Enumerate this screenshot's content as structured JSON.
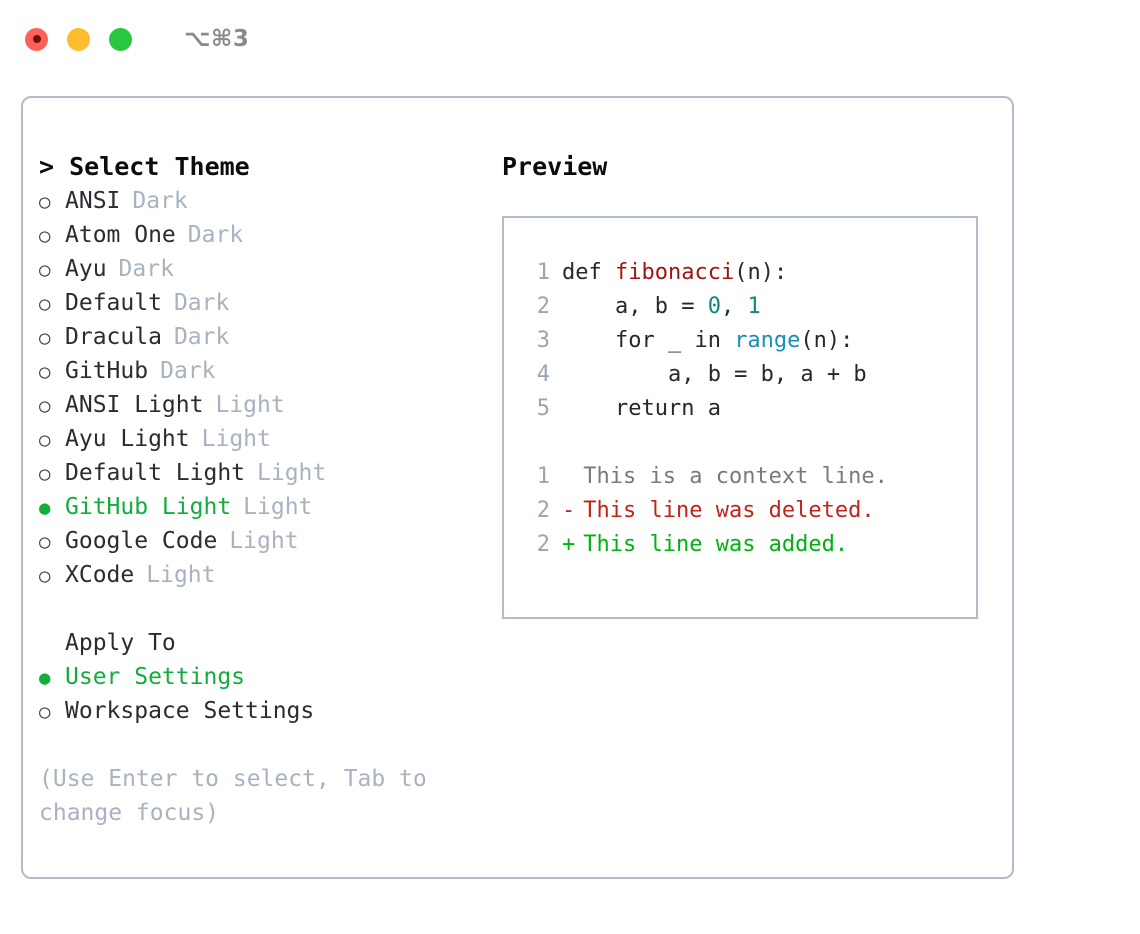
{
  "titlebar": {
    "shortcut": "⌥⌘3",
    "lights": [
      "close-red",
      "minimize-yellow",
      "zoom-green"
    ]
  },
  "theme_list": {
    "header": "> Select Theme",
    "items": [
      {
        "marker": "○",
        "name": "ANSI",
        "variant": "Dark",
        "selected": false
      },
      {
        "marker": "○",
        "name": "Atom One",
        "variant": "Dark",
        "selected": false
      },
      {
        "marker": "○",
        "name": "Ayu",
        "variant": "Dark",
        "selected": false
      },
      {
        "marker": "○",
        "name": "Default",
        "variant": "Dark",
        "selected": false
      },
      {
        "marker": "○",
        "name": "Dracula",
        "variant": "Dark",
        "selected": false
      },
      {
        "marker": "○",
        "name": "GitHub",
        "variant": "Dark",
        "selected": false
      },
      {
        "marker": "○",
        "name": "ANSI Light",
        "variant": "Light",
        "selected": false
      },
      {
        "marker": "○",
        "name": "Ayu Light",
        "variant": "Light",
        "selected": false
      },
      {
        "marker": "○",
        "name": "Default Light",
        "variant": "Light",
        "selected": false
      },
      {
        "marker": "●",
        "name": "GitHub Light",
        "variant": "Light",
        "selected": true
      },
      {
        "marker": "○",
        "name": "Google Code",
        "variant": "Light",
        "selected": false
      },
      {
        "marker": "○",
        "name": "XCode",
        "variant": "Light",
        "selected": false
      }
    ]
  },
  "apply_to": {
    "header": "Apply To",
    "items": [
      {
        "marker": "●",
        "label": "User Settings",
        "selected": true
      },
      {
        "marker": "○",
        "label": "Workspace Settings",
        "selected": false
      }
    ]
  },
  "hint": "(Use Enter to select, Tab to change focus)",
  "preview": {
    "title": "Preview",
    "code_lines": [
      {
        "no": "1",
        "tokens": [
          {
            "t": "def ",
            "k": "plain"
          },
          {
            "t": "fibonacci",
            "k": "fn"
          },
          {
            "t": "(n):",
            "k": "plain"
          }
        ]
      },
      {
        "no": "2",
        "tokens": [
          {
            "t": "    a, b = ",
            "k": "plain"
          },
          {
            "t": "0",
            "k": "num"
          },
          {
            "t": ", ",
            "k": "plain"
          },
          {
            "t": "1",
            "k": "num"
          }
        ]
      },
      {
        "no": "3",
        "tokens": [
          {
            "t": "    for _ in ",
            "k": "plain"
          },
          {
            "t": "range",
            "k": "call"
          },
          {
            "t": "(n):",
            "k": "plain"
          }
        ]
      },
      {
        "no": "4",
        "tokens": [
          {
            "t": "        a, b = b, a + b",
            "k": "plain"
          }
        ]
      },
      {
        "no": "5",
        "tokens": [
          {
            "t": "    return a",
            "k": "plain"
          }
        ]
      }
    ],
    "diff_lines": [
      {
        "no": "1",
        "sign": " ",
        "text": "This is a context line.",
        "kind": "context"
      },
      {
        "no": "2",
        "sign": "-",
        "text": "This line was deleted.",
        "kind": "del"
      },
      {
        "no": "2",
        "sign": "+",
        "text": "This line was added.",
        "kind": "add"
      }
    ]
  },
  "colors": {
    "accent_green": "#13ac3d",
    "muted": "#a8b2c0",
    "border": "#b3bcca",
    "text": "#2b2b33",
    "diff_add": "#00b210",
    "diff_del": "#c0241a",
    "syntax_fn": "#a31515",
    "syntax_num": "#0e8a7d",
    "syntax_call": "#1b8fb8"
  }
}
